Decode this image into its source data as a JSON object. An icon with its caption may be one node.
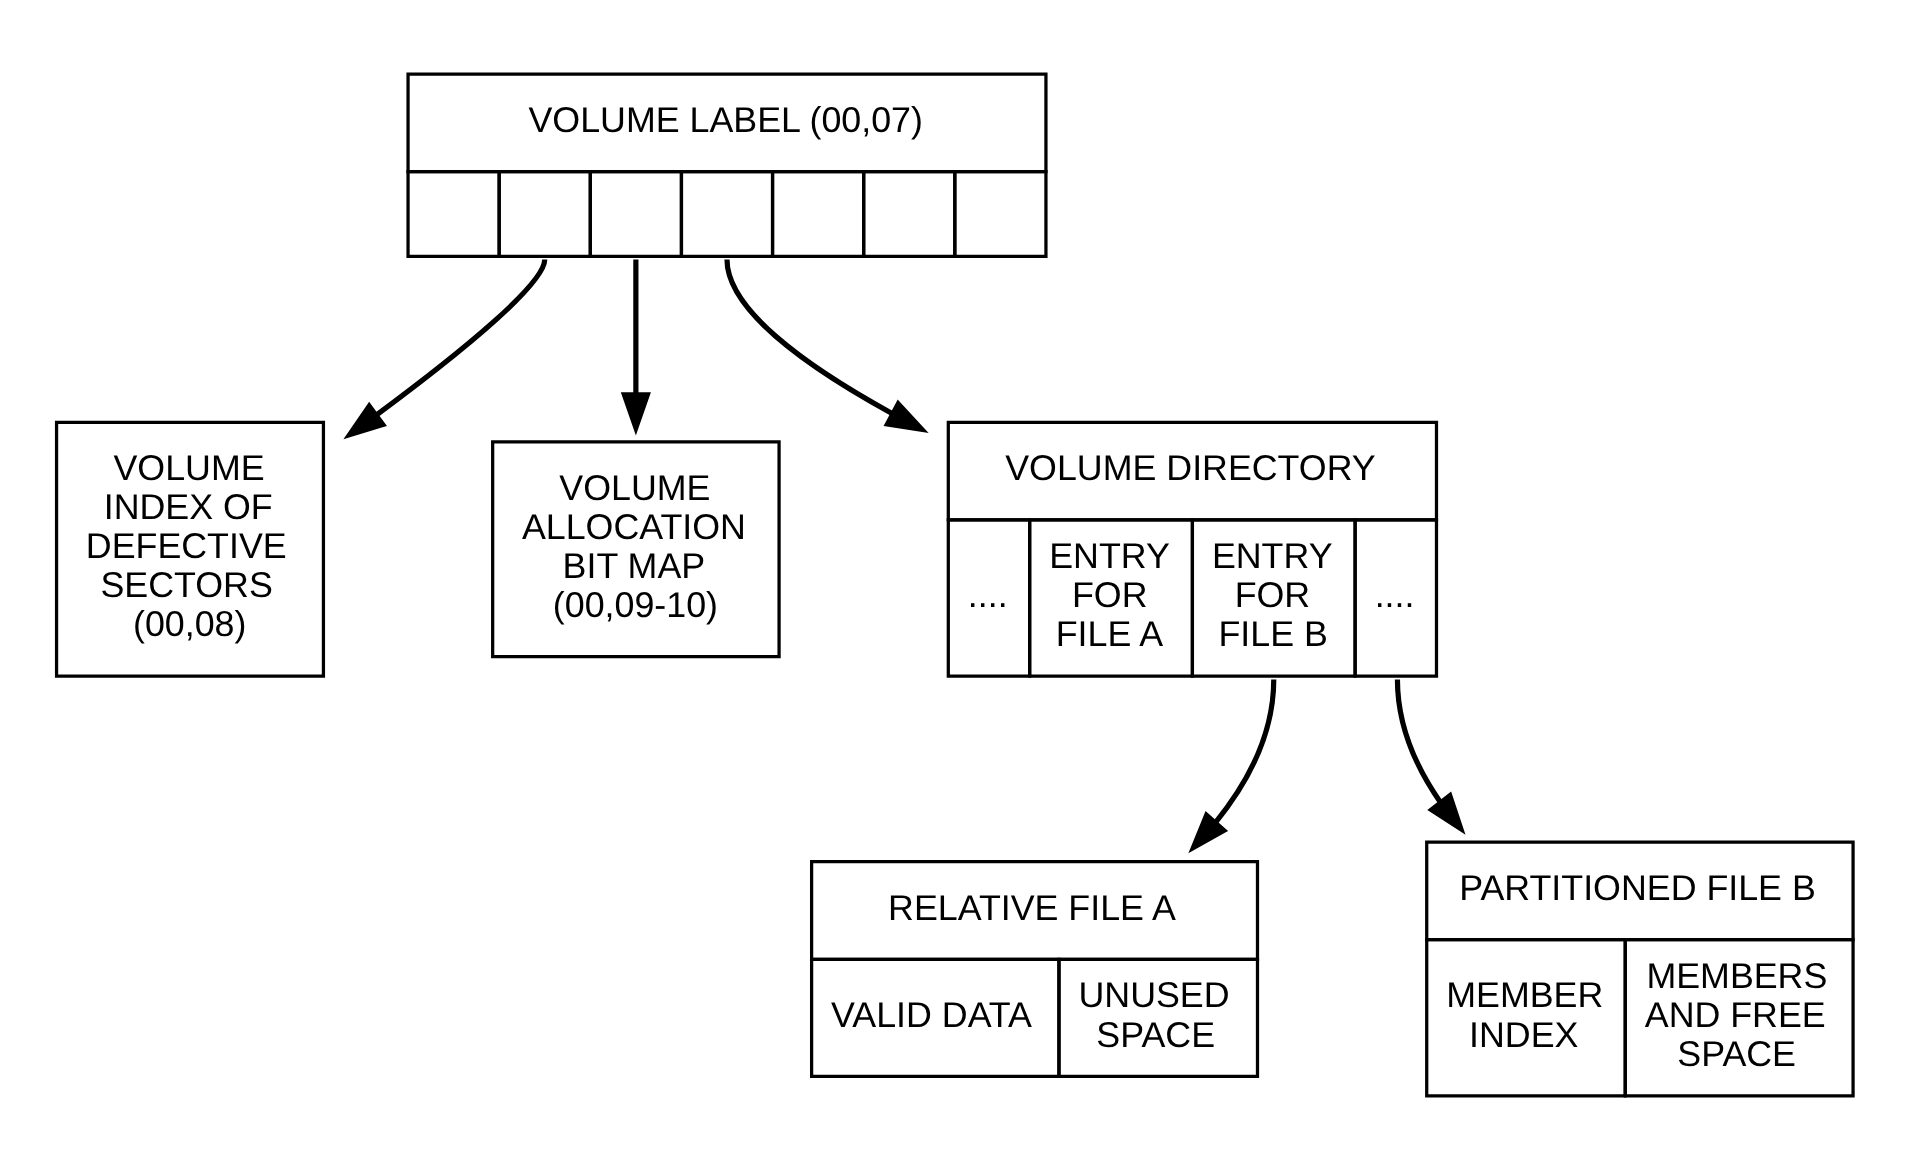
{
  "diagram": {
    "nodes": [
      {
        "text": [
          "VOLUME LABEL (00,07)"
        ]
      },
      {
        "text": [
          "VOLUME INDEX OF DEFECTIVE SECTORS (00,08)"
        ]
      },
      {
        "text": [
          "VOLUME ALLOCATION BIT MAP (00,09-10)"
        ]
      },
      {
        "text": [
          "VOLUME DIRECTORY",
          "....",
          "ENTRY FOR FILE A",
          "ENTRY FOR FILE B",
          "...."
        ]
      },
      {
        "text": [
          "RELATIVE FILE A",
          "VALID DATA",
          "UNUSED SPACE"
        ]
      },
      {
        "text": [
          "PARTITIONED FILE B",
          "MEMBER INDEX",
          "MEMBERS AND FREE SPACE"
        ]
      }
    ],
    "edges": [
      {
        "from": 0,
        "to": 1,
        "arrow": "to"
      },
      {
        "from": 0,
        "to": 2,
        "arrow": "to"
      },
      {
        "from": 0,
        "to": 3,
        "arrow": "to"
      },
      {
        "from": 3,
        "to": 4,
        "arrow": "to"
      },
      {
        "from": 3,
        "to": 5,
        "arrow": "to"
      }
    ]
  }
}
